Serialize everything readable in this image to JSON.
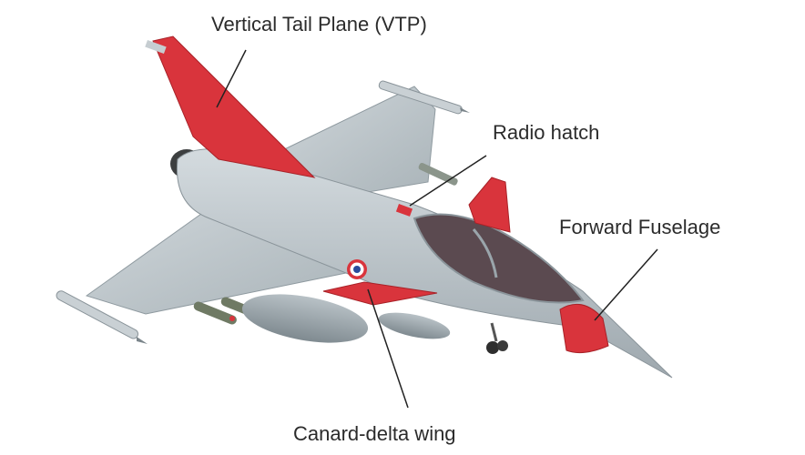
{
  "labels": {
    "vtp": "Vertical Tail Plane (VTP)",
    "radio_hatch": "Radio hatch",
    "forward_fuselage": "Forward Fuselage",
    "canard_delta_wing": "Canard-delta wing"
  },
  "colors": {
    "airframe": "#c3ccd1",
    "airframe_shadow": "#9aa5ab",
    "accent": "#d9343c",
    "canopy": "#5b4a50",
    "leader": "#222222"
  },
  "icons": {
    "roundel": "french-roundel-icon"
  }
}
